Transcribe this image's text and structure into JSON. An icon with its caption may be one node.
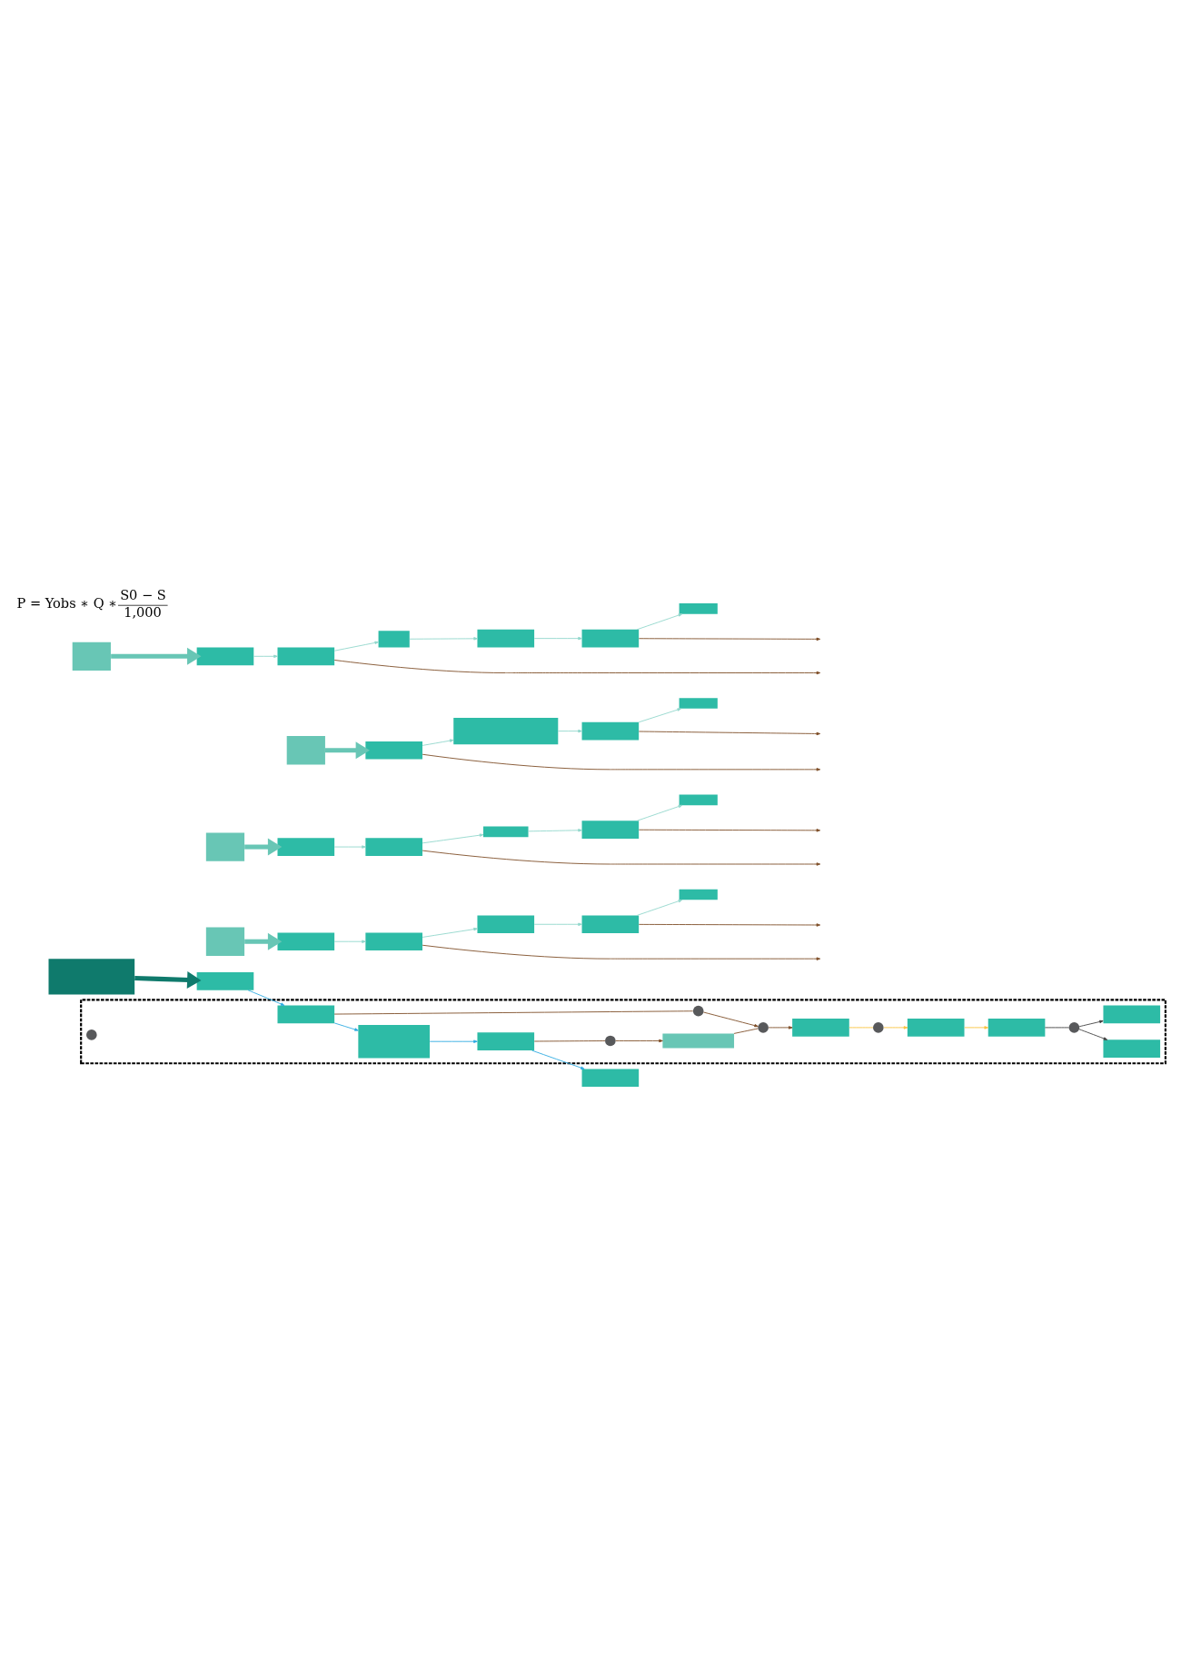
{
  "diagram": {
    "nodes": [
      {
        "text": [],
        "shape": "box"
      },
      {
        "text": [],
        "shape": "box"
      },
      {
        "text": [],
        "shape": "box"
      },
      {
        "text": [],
        "shape": "box"
      },
      {
        "text": [],
        "shape": "box",
        "in": 3
      },
      {
        "text": [],
        "shape": "box",
        "in": 3
      },
      {
        "text": [],
        "shape": "box",
        "in": 3
      },
      {
        "text": [],
        "shape": "circle",
        "in": 3
      },
      {
        "text": [],
        "shape": "circle",
        "in": 3
      },
      {
        "text": [],
        "shape": "circle",
        "in": 3
      },
      {
        "text": [],
        "shape": "box",
        "in": 3
      },
      {
        "text": [],
        "shape": "box",
        "in": 3
      },
      {
        "text": [],
        "shape": "circle",
        "in": 3
      },
      {
        "text": [],
        "shape": "box",
        "in": 3
      },
      {
        "text": [],
        "shape": "circle",
        "in": 3
      },
      {
        "text": [],
        "shape": "box",
        "in": 3
      },
      {
        "text": [],
        "shape": "circle",
        "in": 3
      },
      {
        "text": [],
        "shape": "box",
        "in": 3
      },
      {
        "text": [],
        "shape": "box",
        "in": 3
      },
      {
        "text": [],
        "shape": "box"
      },
      {
        "text": [],
        "shape": "box"
      },
      {
        "text": [],
        "shape": "box"
      },
      {
        "text": [],
        "shape": "box"
      },
      {
        "text": [],
        "shape": "box"
      },
      {
        "text": [],
        "shape": "box"
      },
      {
        "text": [],
        "shape": "box"
      },
      {
        "text": [],
        "shape": "box"
      },
      {
        "text": [],
        "shape": "box"
      },
      {
        "text": [],
        "shape": "box"
      },
      {
        "text": [],
        "shape": "box"
      },
      {
        "text": [],
        "shape": "box"
      },
      {
        "text": [],
        "shape": "box"
      },
      {
        "text": [],
        "shape": "box"
      },
      {
        "text": [],
        "shape": "box"
      },
      {
        "text": [],
        "shape": "box"
      },
      {
        "text": [],
        "shape": "box"
      },
      {
        "text": [],
        "shape": "box"
      },
      {
        "text": [],
        "shape": "box"
      },
      {
        "text": [],
        "shape": "box"
      },
      {
        "text": [],
        "shape": "box"
      },
      {
        "text": [],
        "shape": "box"
      },
      {
        "text": [],
        "shape": "box"
      },
      {
        "text": [],
        "shape": "box"
      }
    ],
    "edges": [
      {
        "from": 0,
        "to": 1,
        "arrow": "to",
        "style": "thick",
        "color": "#0f7a6c"
      },
      {
        "from": 1,
        "to": 4,
        "arrow": "to",
        "color": "#29a9e1"
      },
      {
        "from": 4,
        "to": 5,
        "arrow": "to",
        "color": "#29a9e1"
      },
      {
        "from": 5,
        "to": 6,
        "arrow": "to",
        "color": "#29a9e1"
      },
      {
        "from": 6,
        "to": 2,
        "arrow": "to",
        "color": "#29a9e1"
      },
      {
        "from": 4,
        "to": 7,
        "arrow": "none",
        "color": "#7b4a22"
      },
      {
        "from": 7,
        "to": 8,
        "arrow": "to",
        "color": "#7b4a22"
      },
      {
        "from": 6,
        "to": 9,
        "arrow": "none",
        "color": "#7b4a22"
      },
      {
        "from": 9,
        "to": 10,
        "arrow": "to",
        "color": "#7b4a22"
      },
      {
        "from": 10,
        "to": 8,
        "arrow": "none",
        "color": "#7b4a22"
      },
      {
        "from": 8,
        "to": 11,
        "arrow": "to",
        "color": "#7b4a22"
      },
      {
        "from": 11,
        "to": 12,
        "arrow": "none",
        "color": "#f9c13a"
      },
      {
        "from": 12,
        "to": 13,
        "arrow": "to",
        "color": "#f9c13a"
      },
      {
        "from": 13,
        "to": 15,
        "arrow": "to",
        "color": "#f9c13a"
      },
      {
        "from": 15,
        "to": 16,
        "arrow": "none",
        "color": "#3d3d3d"
      },
      {
        "from": 16,
        "to": 17,
        "arrow": "to",
        "color": "#3d3d3d"
      },
      {
        "from": 16,
        "to": 18,
        "arrow": "to",
        "color": "#3d3d3d"
      },
      {
        "from": 19,
        "to": 20,
        "arrow": "to",
        "style": "thick",
        "color": "#68c6b5"
      },
      {
        "from": 20,
        "to": 21,
        "arrow": "to"
      },
      {
        "from": 21,
        "to": 22,
        "arrow": "to"
      },
      {
        "from": 22,
        "to": 23,
        "arrow": "to"
      },
      {
        "from": 23,
        "to": 24,
        "arrow": "to"
      },
      {
        "from": 21,
        "to": null,
        "arrow": "to",
        "color": "#7b4a22"
      },
      {
        "from": 23,
        "to": null,
        "arrow": "to",
        "color": "#7b4a22"
      },
      {
        "from": 25,
        "to": 26,
        "arrow": "to",
        "style": "thick",
        "color": "#68c6b5"
      },
      {
        "from": 26,
        "to": 27,
        "arrow": "to"
      },
      {
        "from": 27,
        "to": 28,
        "arrow": "to"
      },
      {
        "from": 28,
        "to": 29,
        "arrow": "to"
      },
      {
        "from": 29,
        "to": 30,
        "arrow": "to"
      },
      {
        "from": 27,
        "to": null,
        "arrow": "to",
        "color": "#7b4a22"
      },
      {
        "from": 29,
        "to": null,
        "arrow": "to",
        "color": "#7b4a22"
      },
      {
        "from": 31,
        "to": 32,
        "arrow": "to",
        "style": "thick",
        "color": "#68c6b5"
      },
      {
        "from": 32,
        "to": 33,
        "arrow": "to"
      },
      {
        "from": 33,
        "to": 34,
        "arrow": "to"
      },
      {
        "from": 34,
        "to": 35,
        "arrow": "to"
      },
      {
        "from": 32,
        "to": null,
        "arrow": "to",
        "color": "#7b4a22"
      },
      {
        "from": 34,
        "to": null,
        "arrow": "to",
        "color": "#7b4a22"
      },
      {
        "from": 36,
        "to": 37,
        "arrow": "to",
        "style": "thick",
        "color": "#68c6b5"
      },
      {
        "from": 37,
        "to": 38,
        "arrow": "to"
      },
      {
        "from": 38,
        "to": 39,
        "arrow": "to"
      },
      {
        "from": 39,
        "to": 40,
        "arrow": "to"
      },
      {
        "from": 40,
        "to": 41,
        "arrow": "to"
      },
      {
        "from": 41,
        "to": 42,
        "arrow": "to"
      },
      {
        "from": 38,
        "to": null,
        "arrow": "to",
        "color": "#7b4a22"
      },
      {
        "from": 41,
        "to": null,
        "arrow": "to",
        "color": "#7b4a22"
      }
    ],
    "labels": [
      "P = Yobs ∗ Q ∗",
      "S0 − S",
      "1,000"
    ]
  }
}
